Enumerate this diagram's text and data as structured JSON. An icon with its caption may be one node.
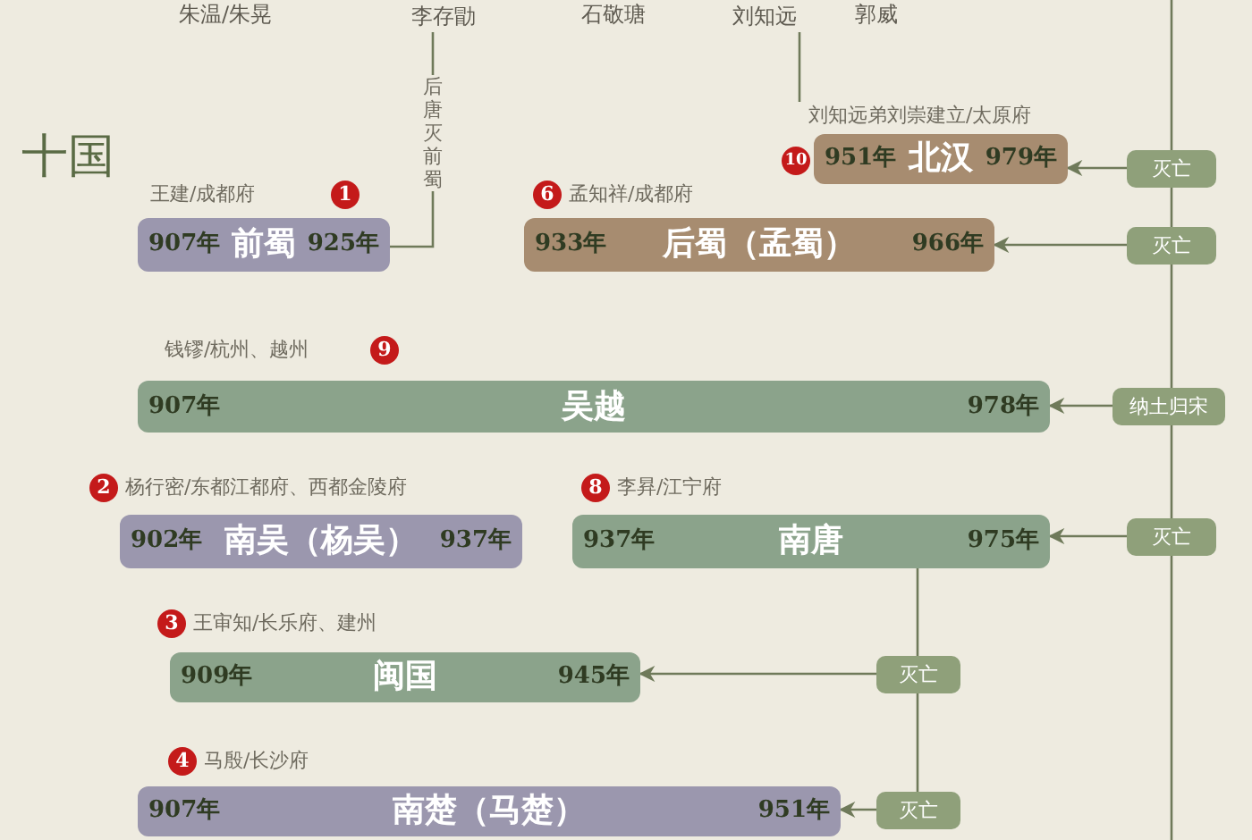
{
  "diagram": {
    "nodes": [
      {
        "text": [
          "李存勖"
        ]
      },
      {
        "text": [
          "刘知远"
        ]
      },
      {
        "text": [
          "951年",
          "北汉",
          "979年"
        ],
        "beside": [
          "刘知远弟刘崇建立/太原府",
          "10"
        ]
      },
      {
        "text": [
          "灭亡"
        ]
      },
      {
        "text": [
          "907年",
          "前蜀",
          "925年"
        ],
        "beside": [
          "王建/成都府",
          "1"
        ]
      },
      {
        "text": [
          "933年",
          "后蜀（孟蜀）",
          "966年"
        ],
        "beside": [
          "6",
          "孟知祥/成都府"
        ]
      },
      {
        "text": [
          "灭亡"
        ]
      },
      {
        "text": [
          "907年",
          "吴越",
          "978年"
        ],
        "beside": [
          "钱镠/杭州、越州",
          "9"
        ]
      },
      {
        "text": [
          "纳土归宋"
        ]
      },
      {
        "text": [
          "902年",
          "南吴（杨吴）",
          "937年"
        ],
        "beside": [
          "2",
          "杨行密/东都江都府、西都金陵府"
        ]
      },
      {
        "text": [
          "937年",
          "南唐",
          "975年"
        ],
        "beside": [
          "8",
          "李昪/江宁府"
        ]
      },
      {
        "text": [
          "灭亡"
        ]
      },
      {
        "text": [
          "909年",
          "闽国",
          "945年"
        ],
        "beside": [
          "3",
          "王审知/长乐府、建州"
        ]
      },
      {
        "text": [
          "灭亡"
        ]
      },
      {
        "text": [
          "907年",
          "南楚（马楚）",
          "951年"
        ],
        "beside": [
          "4",
          "马殷/长沙府"
        ]
      },
      {
        "text": [
          "灭亡"
        ]
      }
    ],
    "edges": [
      {
        "from": 0,
        "to": 4,
        "arrow": "none",
        "label": "后唐灭前蜀"
      },
      {
        "from": 1,
        "to": 2,
        "arrow": "none"
      },
      {
        "from": 3,
        "to": 2,
        "arrow": "to"
      },
      {
        "from": 6,
        "to": 5,
        "arrow": "to"
      },
      {
        "from": 8,
        "to": 7,
        "arrow": "to"
      },
      {
        "from": 11,
        "to": 10,
        "arrow": "to"
      },
      {
        "from": 13,
        "to": 12,
        "arrow": "to"
      },
      {
        "from": 15,
        "to": 14,
        "arrow": "to"
      },
      {
        "from": 10,
        "to": 13,
        "arrow": "none"
      },
      {
        "from": 13,
        "to": 15,
        "arrow": "none"
      },
      {
        "from": null,
        "to": 3,
        "arrow": "none"
      },
      {
        "from": 3,
        "to": 6,
        "arrow": "none"
      },
      {
        "from": 6,
        "to": 8,
        "arrow": "none"
      },
      {
        "from": 8,
        "to": 11,
        "arrow": "none"
      },
      {
        "from": 11,
        "to": null,
        "arrow": "none"
      }
    ],
    "labels": [
      "朱温/朱晃",
      "石敬瑭",
      "郭威",
      "十国"
    ]
  }
}
